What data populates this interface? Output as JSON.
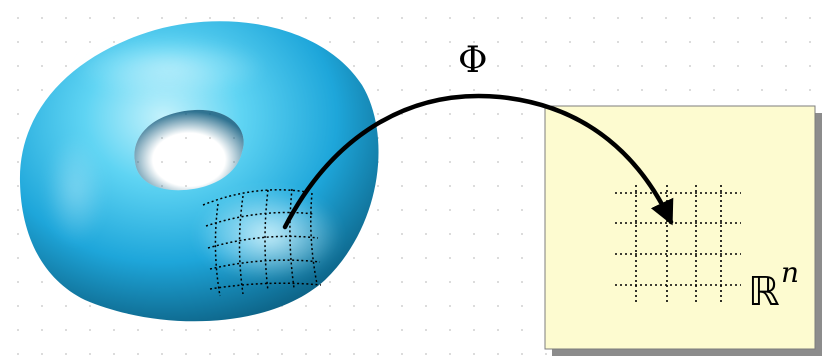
{
  "map_label": "Φ",
  "space_label": {
    "letter": "ℝ",
    "exponent": "n"
  },
  "colors": {
    "torus_light": "#bff0fb",
    "torus_mid": "#35c1ec",
    "torus_dark": "#0b5a7e",
    "plane_fill": "#fdfbd0",
    "plane_shadow": "#8c8c8c",
    "grid_color": "#000000",
    "arrow_color": "#000000"
  },
  "icons": [
    "torus-surface",
    "curved-arrow",
    "coordinate-grid"
  ]
}
